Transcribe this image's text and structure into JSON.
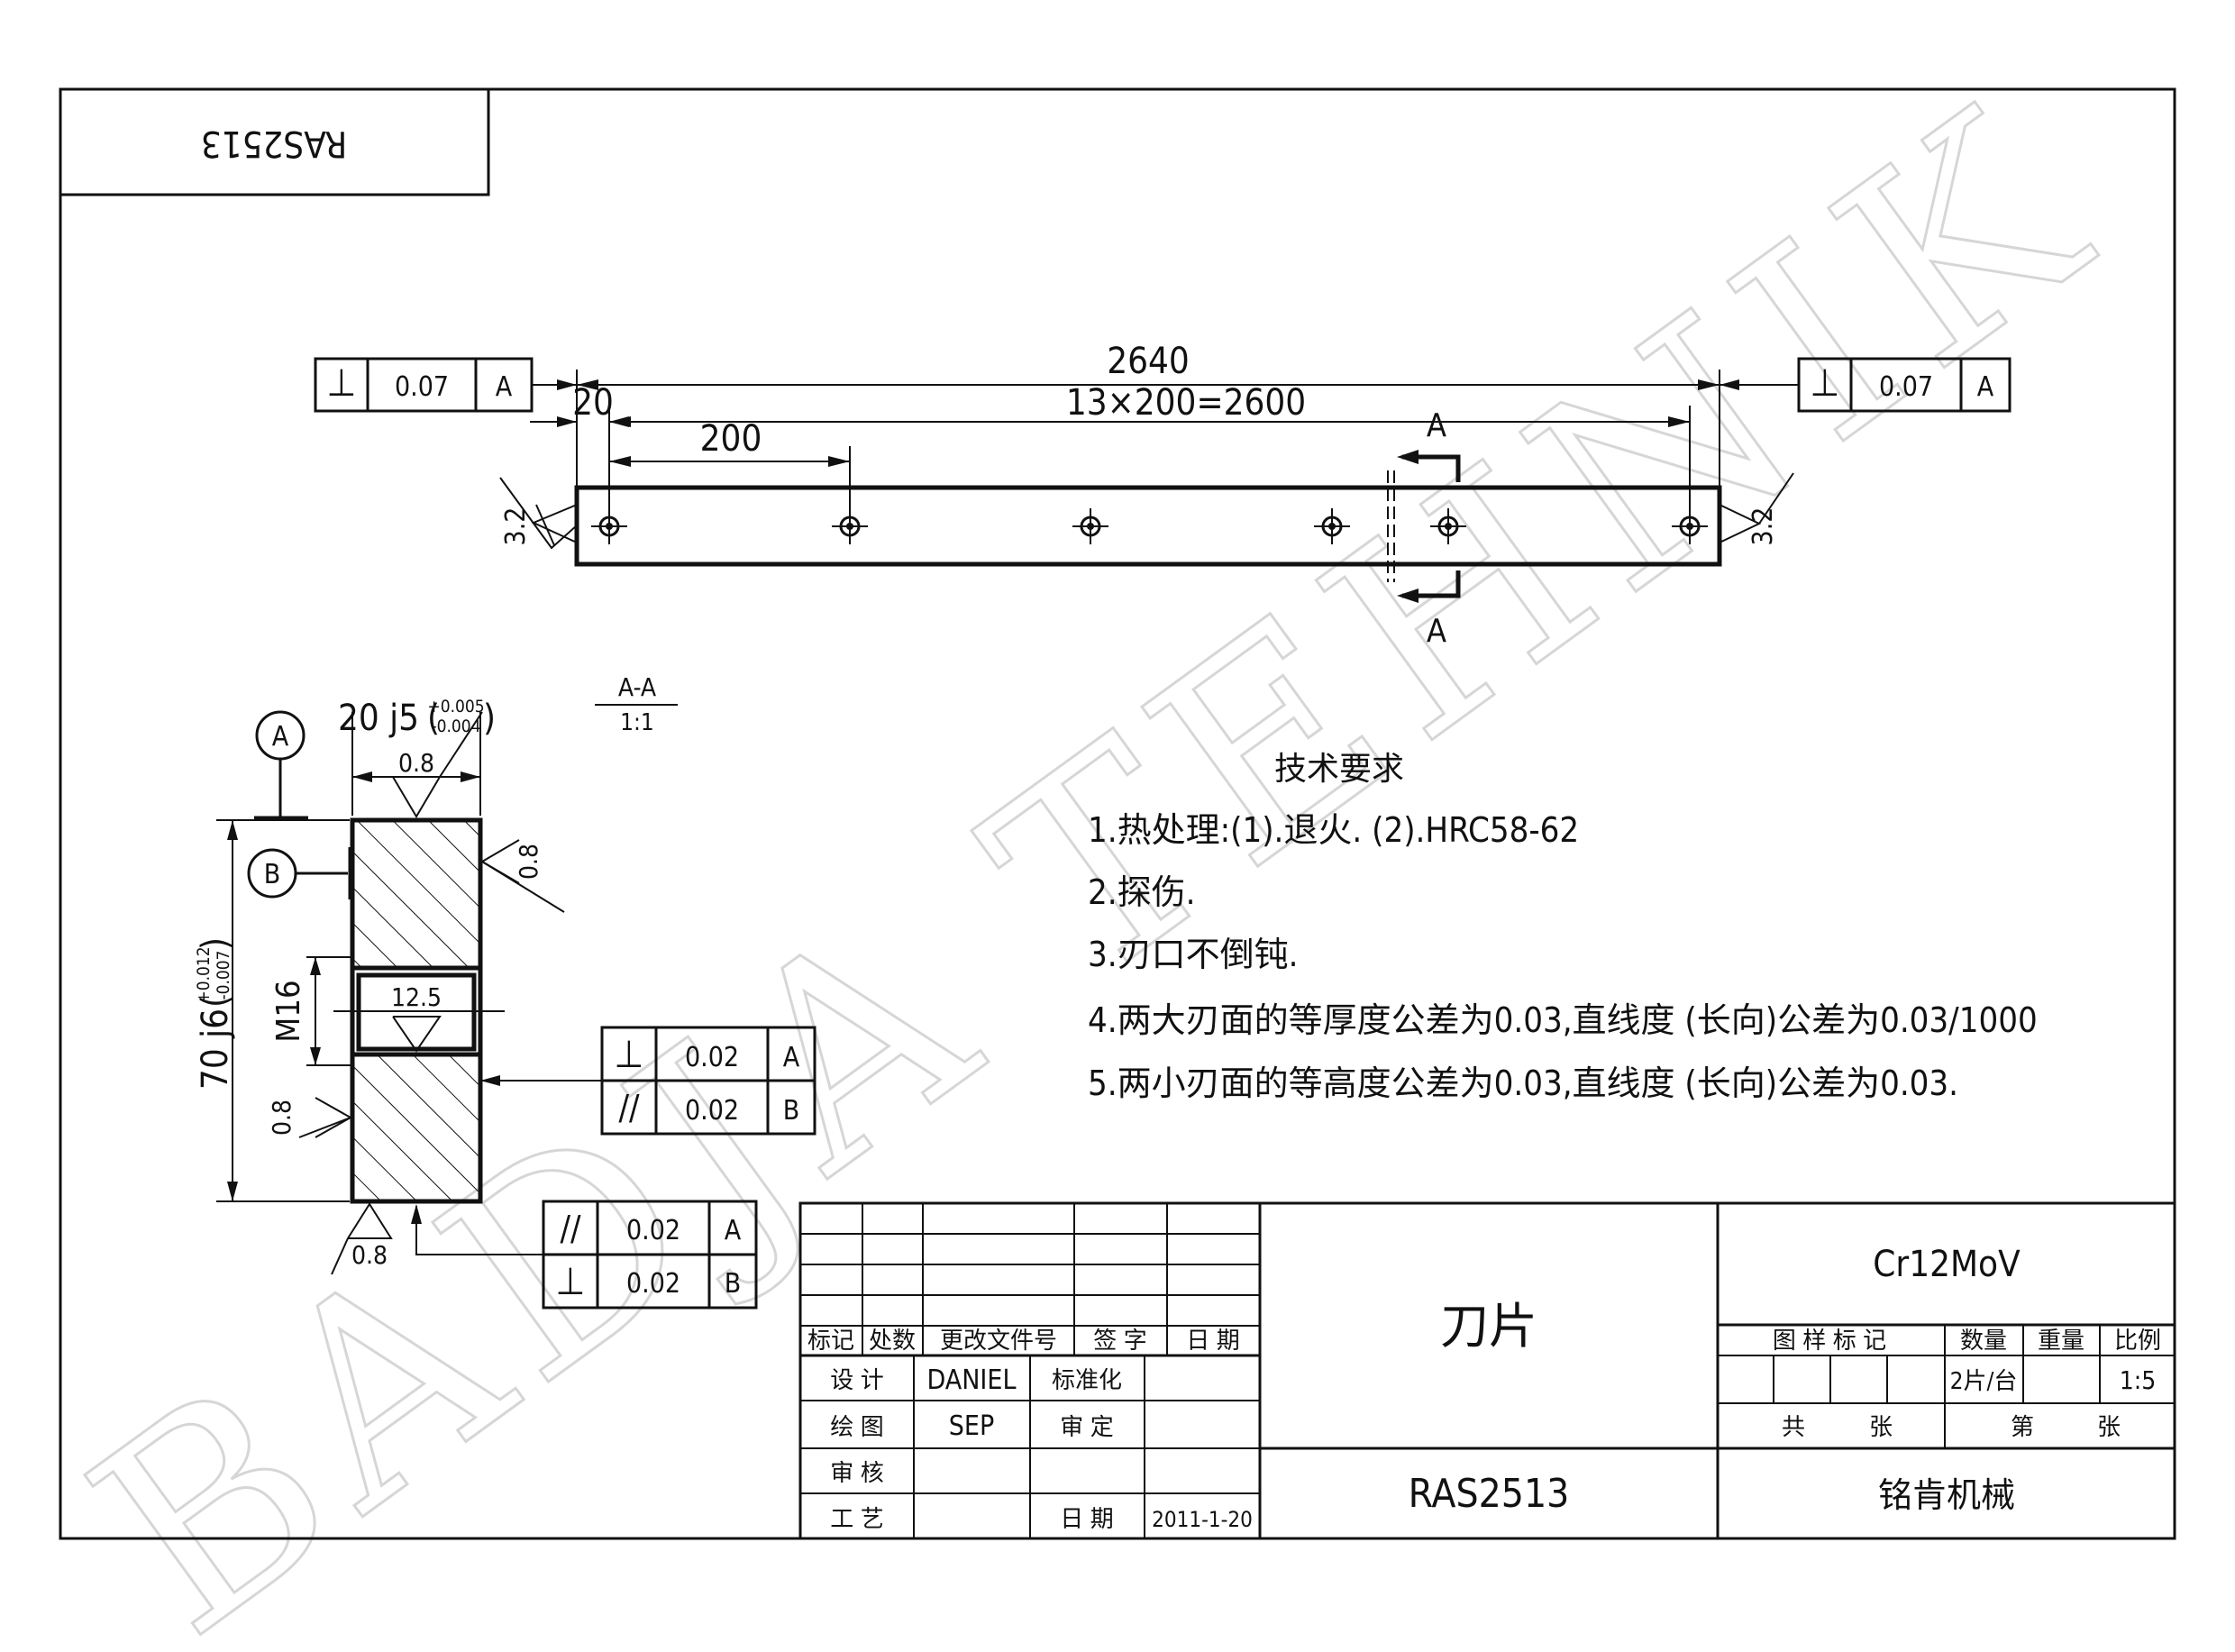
{
  "stamp_box": "RAS2513",
  "dims": {
    "overall": "2640",
    "pitch_total": "13×200=2600",
    "edge": "20",
    "pitch": "200",
    "width": "20 j5",
    "width_tol_upper": "+0.005",
    "width_tol_lower": "-0.004",
    "height": "70 j6",
    "height_tol_upper": "+0.012",
    "height_tol_lower": "-0.007",
    "thread": "M16",
    "counterbore": "12.5"
  },
  "roughness": {
    "top_view_left": "3.2",
    "top_view_right": "3.2",
    "sec_top": "0.8",
    "sec_right": "0.8",
    "sec_left": "0.8",
    "sec_bottom": "0.8"
  },
  "datums": {
    "a": "A",
    "b": "B"
  },
  "section": {
    "arrow_top": "A",
    "arrow_bottom": "A",
    "title": "A-A",
    "scale": "1:1"
  },
  "fcf": {
    "top_left": {
      "symbol": "⊥",
      "value": "0.07",
      "datum": "A"
    },
    "top_right": {
      "symbol": "⊥",
      "value": "0.07",
      "datum": "A"
    },
    "side_1": {
      "symbol": "⊥",
      "value": "0.02",
      "datum": "A"
    },
    "side_2": {
      "symbol": "//",
      "value": "0.02",
      "datum": "B"
    },
    "bottom_1": {
      "symbol": "//",
      "value": "0.02",
      "datum": "A"
    },
    "bottom_2": {
      "symbol": "⊥",
      "value": "0.02",
      "datum": "B"
    }
  },
  "notes": {
    "title": "技术要求",
    "lines": [
      "1.热处理:(1).退火. (2).HRC58-62",
      "2.探伤.",
      "3.刃口不倒钝.",
      "4.两大刃面的等厚度公差为0.03,直线度 (长向)公差为0.03/1000",
      "5.两小刃面的等高度公差为0.03,直线度 (长向)公差为0.03."
    ]
  },
  "title_block": {
    "rev_headers": [
      "标记",
      "处数",
      "更改文件号",
      "签 字",
      "日 期"
    ],
    "design_label": "设 计",
    "designer": "DANIEL",
    "standard_label": "标准化",
    "drawn_label": "绘 图",
    "drawn_by": "SEP",
    "approve_label": "审 定",
    "check_label": "审 核",
    "process_label": "工 艺",
    "date_label": "日 期",
    "date": "2011-1-20",
    "part_name": "刀片",
    "drawing_no": "RAS2513",
    "material": "Cr12MoV",
    "mark_label": "图 样 标 记",
    "qty_label": "数量",
    "weight_label": "重量",
    "scale_label": "比例",
    "qty": "2片/台",
    "scale": "1:5",
    "sheets_label_1": "共",
    "sheets_label_2": "张",
    "sheet_label_1": "第",
    "sheet_label_2": "张",
    "company": "铭肯机械"
  },
  "watermark": "BADJA TEHNIK"
}
